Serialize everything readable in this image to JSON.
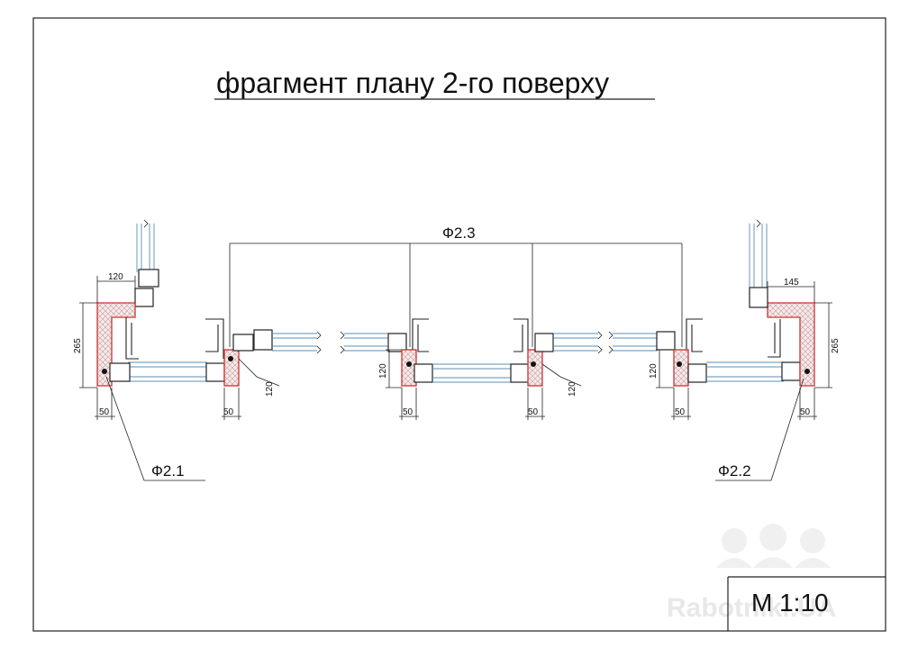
{
  "title": "фрагмент плану 2-го поверху",
  "labels": {
    "f21": "Ф2.1",
    "f22": "Ф2.2",
    "f23": "Ф2.3"
  },
  "dimensions": {
    "left_width": "120",
    "left_height": "265",
    "left_bottom": "50",
    "node1_bottom": "50",
    "node1_side": "120",
    "node2_height": "120",
    "node2_bottom": "50",
    "node3_bottom": "50",
    "node3_side": "120",
    "node4_height": "120",
    "node4_bottom": "50",
    "right_width": "145",
    "right_height": "265",
    "right_bottom": "50"
  },
  "scale": "М  1:10",
  "watermark": "Rabotniki.UA"
}
